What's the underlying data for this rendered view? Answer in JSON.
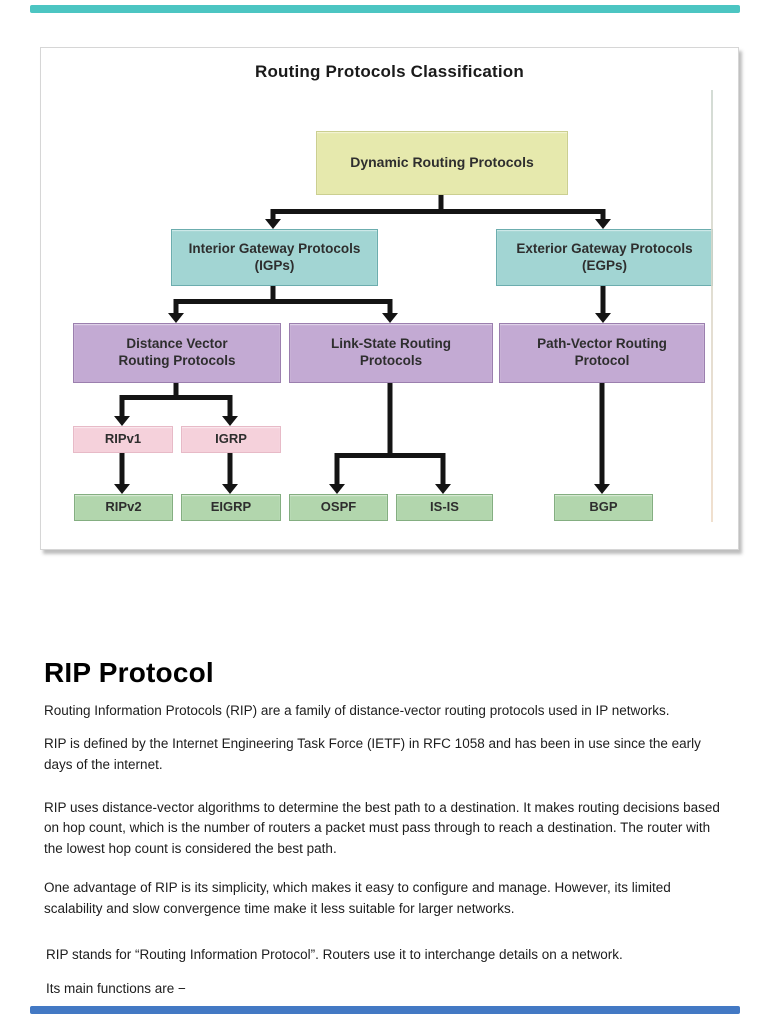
{
  "page": {
    "top_bar_color": "#4cc5c2",
    "bottom_bar_color": "#4379c4"
  },
  "diagram": {
    "title": "Routing Protocols Classification",
    "palette": {
      "root": "#e6e9ad",
      "gateway": "#a2d5d3",
      "category": "#c3aad3",
      "legacy": "#f5d1db",
      "modern": "#b2d6ad",
      "connector": "#141414"
    },
    "nodes": {
      "dynamic": {
        "lines": [
          "Dynamic Routing Protocols"
        ]
      },
      "igp": {
        "lines": [
          "Interior Gateway Protocols",
          "(IGPs)"
        ]
      },
      "egp": {
        "lines": [
          "Exterior Gateway Protocols",
          "(EGPs)"
        ]
      },
      "dv": {
        "lines": [
          "Distance Vector",
          "Routing Protocols"
        ]
      },
      "ls": {
        "lines": [
          "Link-State Routing",
          "Protocols"
        ]
      },
      "pv": {
        "lines": [
          "Path-Vector Routing",
          "Protocol"
        ]
      },
      "ripv1": {
        "lines": [
          "RIPv1"
        ]
      },
      "igrp": {
        "lines": [
          "IGRP"
        ]
      },
      "ripv2": {
        "lines": [
          "RIPv2"
        ]
      },
      "eigrp": {
        "lines": [
          "EIGRP"
        ]
      },
      "ospf": {
        "lines": [
          "OSPF"
        ]
      },
      "isis": {
        "lines": [
          "IS-IS"
        ]
      },
      "bgp": {
        "lines": [
          "BGP"
        ]
      }
    }
  },
  "article": {
    "heading": "RIP Protocol",
    "paragraphs": [
      "Routing Information Protocols (RIP) are a family of distance-vector routing protocols used in IP networks.",
      "RIP is defined by the Internet Engineering Task Force (IETF) in RFC 1058 and has been in use since the early days of the internet.",
      "RIP uses distance-vector algorithms to determine the best path to a destination. It makes routing decisions based on hop count, which is the number of routers a packet must pass through to reach a destination. The router with the lowest hop count is considered the best path.",
      "One advantage of RIP is its simplicity, which makes it easy to configure and manage. However, its limited scalability and slow convergence time make it less suitable for larger networks.",
      "RIP stands for “Routing Information Protocol”. Routers use it to interchange details on a network.",
      "Its main functions are −"
    ]
  }
}
